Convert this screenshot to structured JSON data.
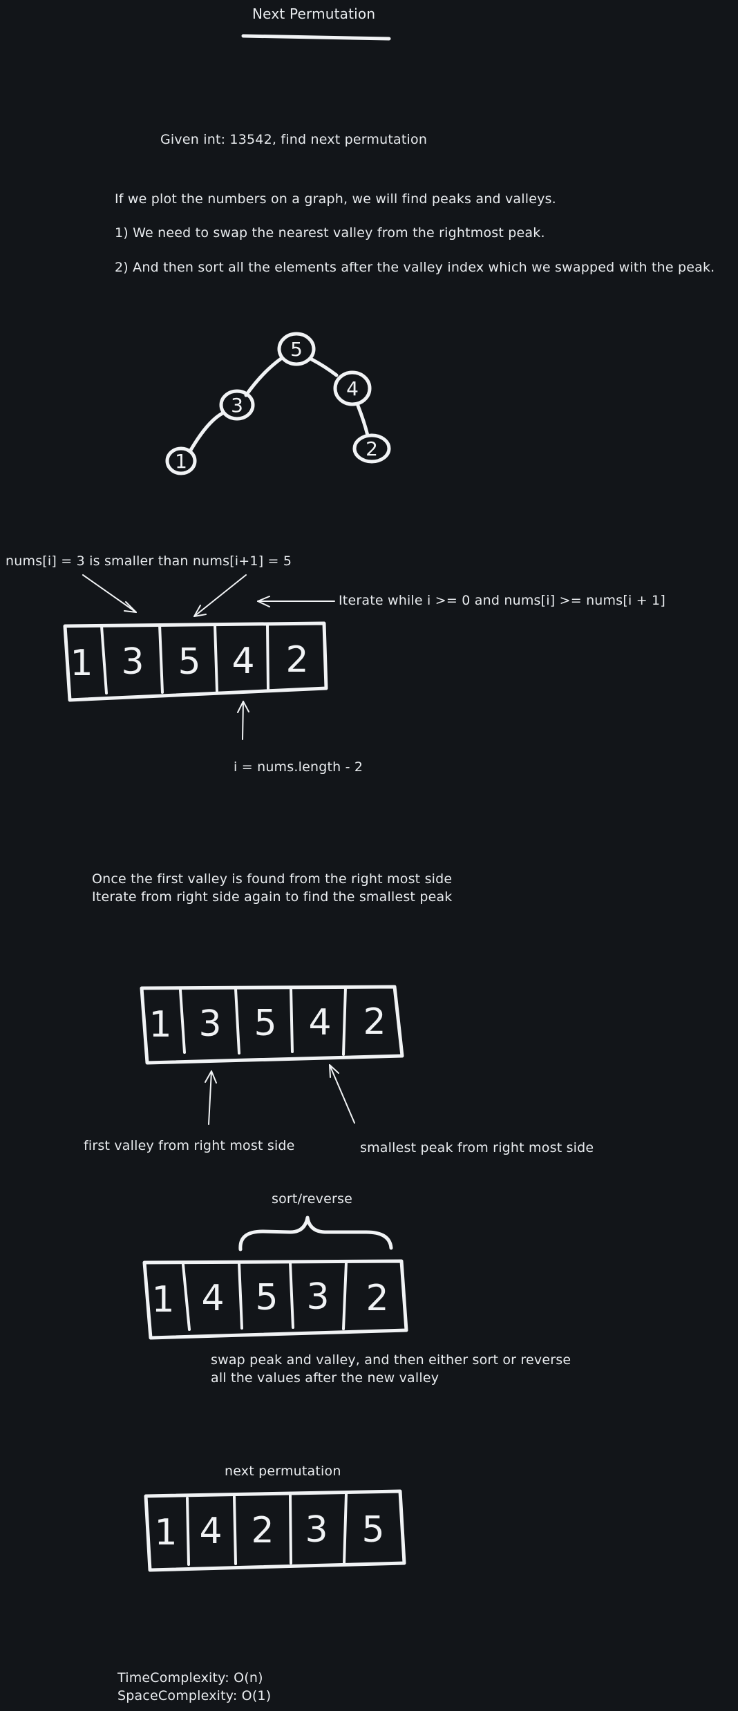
{
  "title": "Next Permutation",
  "given": "Given int: 13542, find next permutation",
  "intro": {
    "line1": "If we plot the numbers on a graph, we will find peaks and valleys.",
    "line2": "1) We need to swap the nearest valley from the rightmost peak.",
    "line3": "2) And then sort all the elements after the valley index which we swapped with the peak."
  },
  "graph": {
    "nodes": [
      "1",
      "3",
      "5",
      "4",
      "2"
    ]
  },
  "step1": {
    "comparison_note": "nums[i] = 3 is smaller than nums[i+1] = 5",
    "iterate_note": "Iterate while i >= 0 and nums[i] >= nums[i + 1]",
    "cells": [
      "1",
      "3",
      "5",
      "4",
      "2"
    ],
    "index_note": "i =  nums.length - 2"
  },
  "step2": {
    "note_line1": "Once the first valley is found from the right most side",
    "note_line2": "Iterate from right side again to find the smallest peak",
    "cells": [
      "1",
      "3",
      "5",
      "4",
      "2"
    ],
    "valley_label": "first valley from right most side",
    "peak_label": "smallest peak from right most side"
  },
  "step3": {
    "brace_label": "sort/reverse",
    "cells": [
      "1",
      "4",
      "5",
      "3",
      "2"
    ],
    "note_line1": "swap peak and valley, and then either sort or reverse",
    "note_line2": "all the values after the new valley"
  },
  "result": {
    "label": "next permutation",
    "cells": [
      "1",
      "4",
      "2",
      "3",
      "5"
    ]
  },
  "complexity": {
    "time": "TimeComplexity: O(n)",
    "space": "SpaceComplexity: O(1)"
  }
}
